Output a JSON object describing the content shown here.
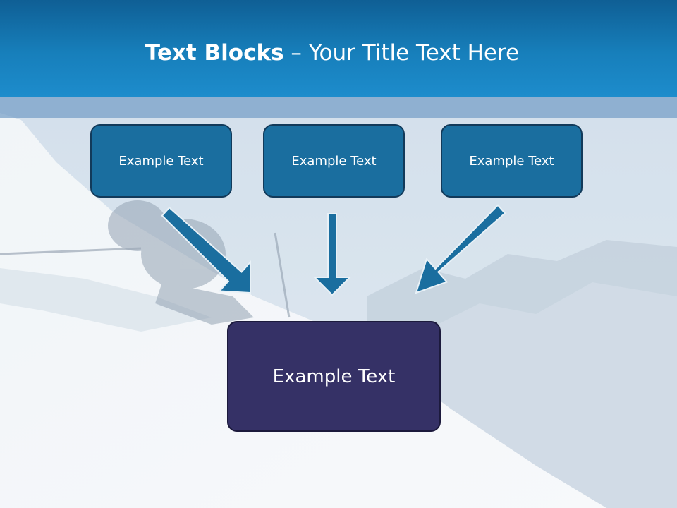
{
  "title": {
    "bold": "Text Blocks",
    "separator": " – ",
    "rest": "Your Title Text Here"
  },
  "blocks": [
    {
      "label": "Example Text"
    },
    {
      "label": "Example Text"
    },
    {
      "label": "Example Text"
    }
  ],
  "result": {
    "label": "Example Text"
  },
  "colors": {
    "header": "#177fbb",
    "block_fill": "#1a6e9f",
    "block_border": "#123a5a",
    "result_fill": "#353166",
    "arrow_fill": "#1a6e9f",
    "arrow_stroke": "#e8f1f7"
  },
  "background": "ski-slope-photo"
}
